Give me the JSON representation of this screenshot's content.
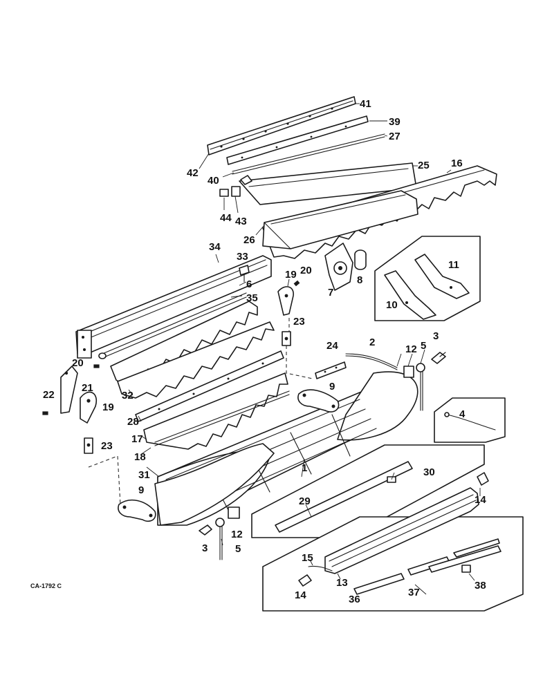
{
  "drawing_code": "CA-1792 C",
  "callouts": [
    {
      "id": "c41",
      "text": "41"
    },
    {
      "id": "c39",
      "text": "39"
    },
    {
      "id": "c27",
      "text": "27"
    },
    {
      "id": "c25",
      "text": "25"
    },
    {
      "id": "c16",
      "text": "16"
    },
    {
      "id": "c42",
      "text": "42"
    },
    {
      "id": "c40",
      "text": "40"
    },
    {
      "id": "c44",
      "text": "44"
    },
    {
      "id": "c43",
      "text": "43"
    },
    {
      "id": "c26",
      "text": "26"
    },
    {
      "id": "c34",
      "text": "34"
    },
    {
      "id": "c33",
      "text": "33"
    },
    {
      "id": "c6",
      "text": "6"
    },
    {
      "id": "c35",
      "text": "35"
    },
    {
      "id": "c19a",
      "text": "19"
    },
    {
      "id": "c20a",
      "text": "20"
    },
    {
      "id": "c7",
      "text": "7"
    },
    {
      "id": "c8",
      "text": "8"
    },
    {
      "id": "c11",
      "text": "11"
    },
    {
      "id": "c10",
      "text": "10"
    },
    {
      "id": "c23a",
      "text": "23"
    },
    {
      "id": "c24",
      "text": "24"
    },
    {
      "id": "c2",
      "text": "2"
    },
    {
      "id": "c12a",
      "text": "12"
    },
    {
      "id": "c3a",
      "text": "3"
    },
    {
      "id": "c5a",
      "text": "5"
    },
    {
      "id": "c20b",
      "text": "20"
    },
    {
      "id": "c21",
      "text": "21"
    },
    {
      "id": "c22",
      "text": "22"
    },
    {
      "id": "c19b",
      "text": "19"
    },
    {
      "id": "c32",
      "text": "32"
    },
    {
      "id": "c28",
      "text": "28"
    },
    {
      "id": "c9a",
      "text": "9"
    },
    {
      "id": "c4",
      "text": "4"
    },
    {
      "id": "c17",
      "text": "17"
    },
    {
      "id": "c23b",
      "text": "23"
    },
    {
      "id": "c18",
      "text": "18"
    },
    {
      "id": "c31",
      "text": "31"
    },
    {
      "id": "c1",
      "text": "1"
    },
    {
      "id": "c30",
      "text": "30"
    },
    {
      "id": "c29",
      "text": "29"
    },
    {
      "id": "c14a",
      "text": "14"
    },
    {
      "id": "c9b",
      "text": "9"
    },
    {
      "id": "c12b",
      "text": "12"
    },
    {
      "id": "c3b",
      "text": "3"
    },
    {
      "id": "c5b",
      "text": "5"
    },
    {
      "id": "c15",
      "text": "15"
    },
    {
      "id": "c13",
      "text": "13"
    },
    {
      "id": "c14b",
      "text": "14"
    },
    {
      "id": "c36",
      "text": "36"
    },
    {
      "id": "c37",
      "text": "37"
    },
    {
      "id": "c38",
      "text": "38"
    }
  ]
}
